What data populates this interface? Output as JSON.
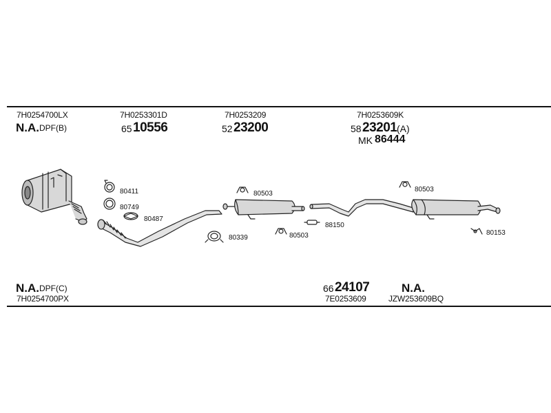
{
  "top_row": {
    "col1": {
      "code": "7H0254700LX",
      "na": "N.A.",
      "suffix": "DPF(B)"
    },
    "col2": {
      "code": "7H0253301D",
      "prefix": "65",
      "number": "10556"
    },
    "col3": {
      "code": "7H0253209",
      "prefix": "52",
      "number": "23200"
    },
    "col4": {
      "code": "7H0253609K",
      "prefix": "58",
      "number": "23201",
      "suffix": "(A)",
      "mk_label": "MK",
      "mk_number": "86444"
    }
  },
  "bottom_row": {
    "col1": {
      "na": "N.A.",
      "suffix": "DPF(C)",
      "code": "7H0254700PX"
    },
    "col2": {
      "prefix": "66",
      "number": "24107",
      "code": "7E0253609"
    },
    "col3": {
      "na": "N.A.",
      "code": "JZW253609BQ"
    }
  },
  "part_labels": {
    "p80411": "80411",
    "p80749": "80749",
    "p80487": "80487",
    "p80503a": "80503",
    "p80339": "80339",
    "p80503b": "80503",
    "p88150": "88150",
    "p80503c": "80503",
    "p80153": "80153"
  }
}
